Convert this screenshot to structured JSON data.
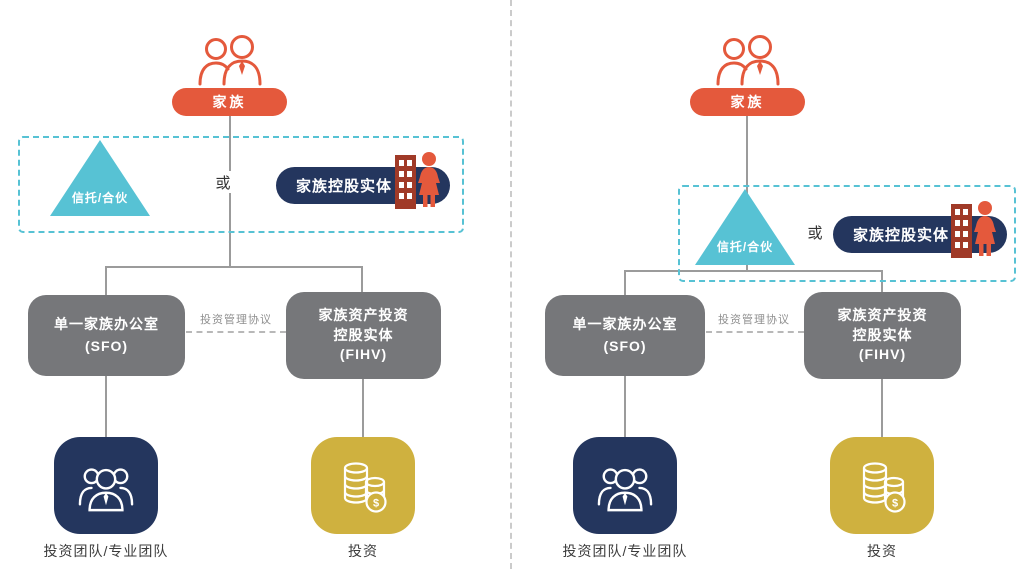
{
  "colors": {
    "red": "#E4593C",
    "cyan": "#57C2D4",
    "navy": "#24365E",
    "gray": "#76777A",
    "gold": "#CFB13F",
    "line": "#9B9B9B",
    "divider": "#CBCBCB",
    "label": "#3C3C3C",
    "muted": "#8F8F8F"
  },
  "icons": {
    "family": "couple-icon",
    "holding_entity": "building-and-owner-icon",
    "team": "three-people-icon",
    "investment": "coin-stacks-icon"
  },
  "panels": [
    {
      "family": "家族",
      "trust": "信托/合伙",
      "or": "或",
      "holding": "家族控股实体",
      "sfo": [
        "单一家族办公室",
        "(SFO)"
      ],
      "fihv": [
        "家族资产投资",
        "控股实体",
        "(FIHV)"
      ],
      "agreement": "投资管理协议",
      "team": "投资团队/专业团队",
      "invest": "投资"
    },
    {
      "family": "家族",
      "trust": "信托/合伙",
      "or": "或",
      "holding": "家族控股实体",
      "sfo": [
        "单一家族办公室",
        "(SFO)"
      ],
      "fihv": [
        "家族资产投资",
        "控股实体",
        "(FIHV)"
      ],
      "agreement": "投资管理协议",
      "team": "投资团队/专业团队",
      "invest": "投资"
    }
  ]
}
